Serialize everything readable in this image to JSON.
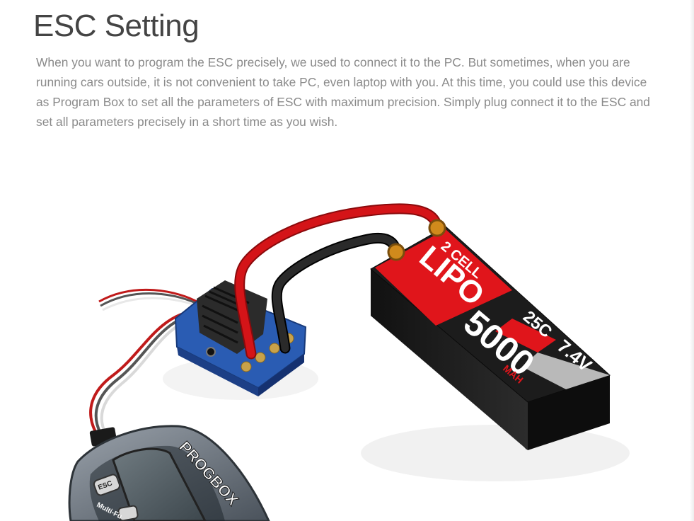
{
  "section": {
    "title": "ESC Setting",
    "description": "When you want to program the ESC precisely, we used to connect it to the PC. But sometimes, when you are running cars outside, it is not convenient to take PC, even laptop with you. At this time, you could use this device as Program Box to set all the parameters of ESC with maximum precision. Simply plug connect it to the ESC and set all parameters precisely in a short time as you wish."
  },
  "battery": {
    "cell_label": "2 CELL",
    "type_label": "LIPO",
    "c_rating": "25C",
    "voltage": "7.4V",
    "capacity": "5000",
    "capacity_unit": "MAH"
  },
  "progbox": {
    "brand": "PROGBOX",
    "esc_button": "ESC",
    "subtitle": "Multi-Fu"
  },
  "colors": {
    "title": "#444444",
    "text": "#8a8a8a",
    "battery_red": "#e0151b",
    "battery_body": "#1c1c1c",
    "wire_red": "#d41418",
    "wire_black": "#222222",
    "esc_blue": "#2a5cb3"
  }
}
